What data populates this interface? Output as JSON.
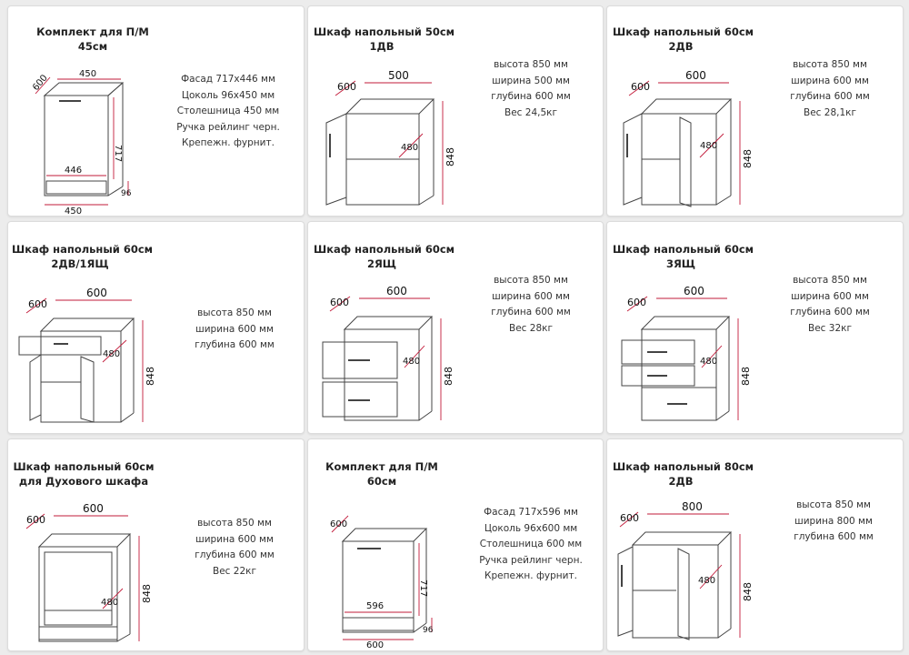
{
  "cards": [
    {
      "title": [
        "Комплект для П/М",
        "45см"
      ],
      "specs": [
        "Фасад 717x446 мм",
        "Цоколь 96x450 мм",
        "Столешница 450 мм",
        "Ручка рейлинг черн.",
        "Крепежн. фурнит."
      ],
      "dims": {
        "d1": "600",
        "d2": "450",
        "d3": "446",
        "d4": "717",
        "d5": "96",
        "d6": "450"
      }
    },
    {
      "title": [
        "Шкаф напольный 50см",
        "1ДВ"
      ],
      "specs": [
        "высота 850 мм",
        "ширина 500 мм",
        "глубина 600 мм",
        "Вес 24,5кг"
      ],
      "dims": {
        "d1": "600",
        "d2": "500",
        "d3": "480",
        "d4": "848"
      }
    },
    {
      "title": [
        "Шкаф напольный 60см",
        "2ДВ"
      ],
      "specs": [
        "высота 850 мм",
        "ширина 600 мм",
        "глубина 600 мм",
        "Вес 28,1кг"
      ],
      "dims": {
        "d1": "600",
        "d2": "600",
        "d3": "480",
        "d4": "848"
      }
    },
    {
      "title": [
        "Шкаф напольный 60см",
        "2ДВ/1ЯЩ"
      ],
      "specs": [
        "высота 850 мм",
        "ширина 600 мм",
        "глубина 600 мм"
      ],
      "dims": {
        "d1": "600",
        "d2": "600",
        "d3": "480",
        "d4": "848"
      }
    },
    {
      "title": [
        "Шкаф напольный 60см",
        "2ЯЩ"
      ],
      "specs": [
        "высота 850 мм",
        "ширина 600 мм",
        "глубина 600 мм",
        "Вес 28кг"
      ],
      "dims": {
        "d1": "600",
        "d2": "600",
        "d3": "480",
        "d4": "848"
      }
    },
    {
      "title": [
        "Шкаф напольный 60см",
        "3ЯЩ"
      ],
      "specs": [
        "высота 850 мм",
        "ширина 600 мм",
        "глубина 600 мм",
        "Вес 32кг"
      ],
      "dims": {
        "d1": "600",
        "d2": "600",
        "d3": "480",
        "d4": "848"
      }
    },
    {
      "title": [
        "Шкаф напольный 60см",
        "для Духового шкафа"
      ],
      "specs": [
        "высота 850 мм",
        "ширина 600 мм",
        "глубина 600 мм",
        "Вес 22кг"
      ],
      "dims": {
        "d1": "600",
        "d2": "600",
        "d3": "480",
        "d4": "848"
      }
    },
    {
      "title": [
        "Комплект для П/М",
        "60см"
      ],
      "specs": [
        "Фасад 717x596 мм",
        "Цоколь 96x600 мм",
        "Столешница 600 мм",
        "Ручка рейлинг черн.",
        "Крепежн. фурнит."
      ],
      "dims": {
        "d1": "600",
        "d2": "596",
        "d4": "717",
        "d5": "96",
        "d6": "600"
      }
    },
    {
      "title": [
        "Шкаф напольный 80см",
        "2ДВ"
      ],
      "specs": [
        "высота 850 мм",
        "ширина 800 мм",
        "глубина 600 мм"
      ],
      "dims": {
        "d1": "600",
        "d2": "800",
        "d3": "480",
        "d4": "848"
      }
    }
  ]
}
